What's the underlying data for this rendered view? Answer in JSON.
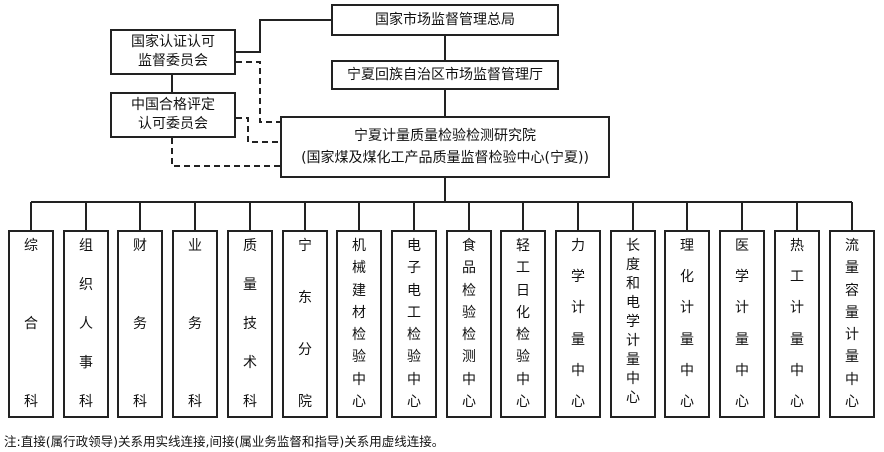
{
  "nodes": {
    "samr": "国家市场监督管理总局",
    "ningxia_samr": "宁夏回族自治区市场监督管理厅",
    "cnca_line1": "国家认证认可",
    "cnca_line2": "监督委员会",
    "cnas_line1": "中国合格评定",
    "cnas_line2": "认可委员会",
    "institute_line1": "宁夏计量质量检验检测研究院",
    "institute_line2": "(国家煤及煤化工产品质量监督检验中心(宁夏))"
  },
  "departments": [
    "综合科",
    "组织人事科",
    "财务科",
    "业务科",
    "质量技术科",
    "宁东分院",
    "机械建材检验中心",
    "电子电工检验中心",
    "食品检验检测中心",
    "轻工日化检验中心",
    "力学计量中心",
    "长度和电学计量中心",
    "理化计量中心",
    "医学计量中心",
    "热工计量中心",
    "流量容量计量中心"
  ],
  "note": "注:直接(属行政领导)关系用实线连接,间接(属业务监督和指导)关系用虚线连接。"
}
